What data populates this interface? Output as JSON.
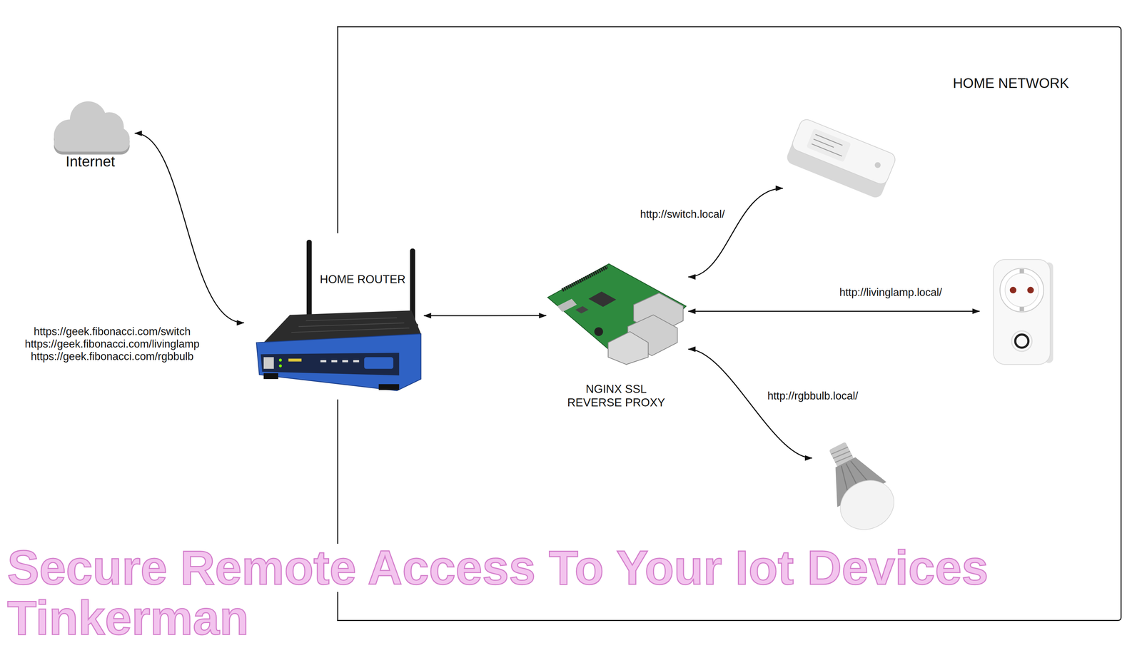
{
  "diagram": {
    "nodes": [
      {
        "text": [
          "Internet"
        ]
      },
      {
        "text": [
          "HOME ROUTER"
        ]
      },
      {
        "text": [
          "HOME NETWORK"
        ]
      },
      {
        "text": [
          "NGINX SSL REVERSE PROXY"
        ],
        "in": 2
      },
      {
        "text": [],
        "in": 2
      },
      {
        "text": [],
        "in": 2
      },
      {
        "text": [],
        "in": 2
      }
    ],
    "edges": [
      {
        "from": 0,
        "to": 1,
        "arrow": "both"
      },
      {
        "from": 1,
        "to": 3,
        "arrow": "both"
      },
      {
        "from": 3,
        "to": 4,
        "label": "http://switch.local/",
        "arrow": "both"
      },
      {
        "from": 3,
        "to": 5,
        "label": "http://livinglamp.local/",
        "arrow": "both"
      },
      {
        "from": 3,
        "to": 6,
        "label": "http://rgbbulb.local/",
        "arrow": "both"
      }
    ],
    "labels": [
      "https://geek.fibonacci.com/switch",
      "https://geek.fibonacci.com/livinglamp",
      "https://geek.fibonacci.com/rgbbulb",
      "Secure Remote Access To Your Iot Devices",
      "Tinkerman"
    ]
  }
}
